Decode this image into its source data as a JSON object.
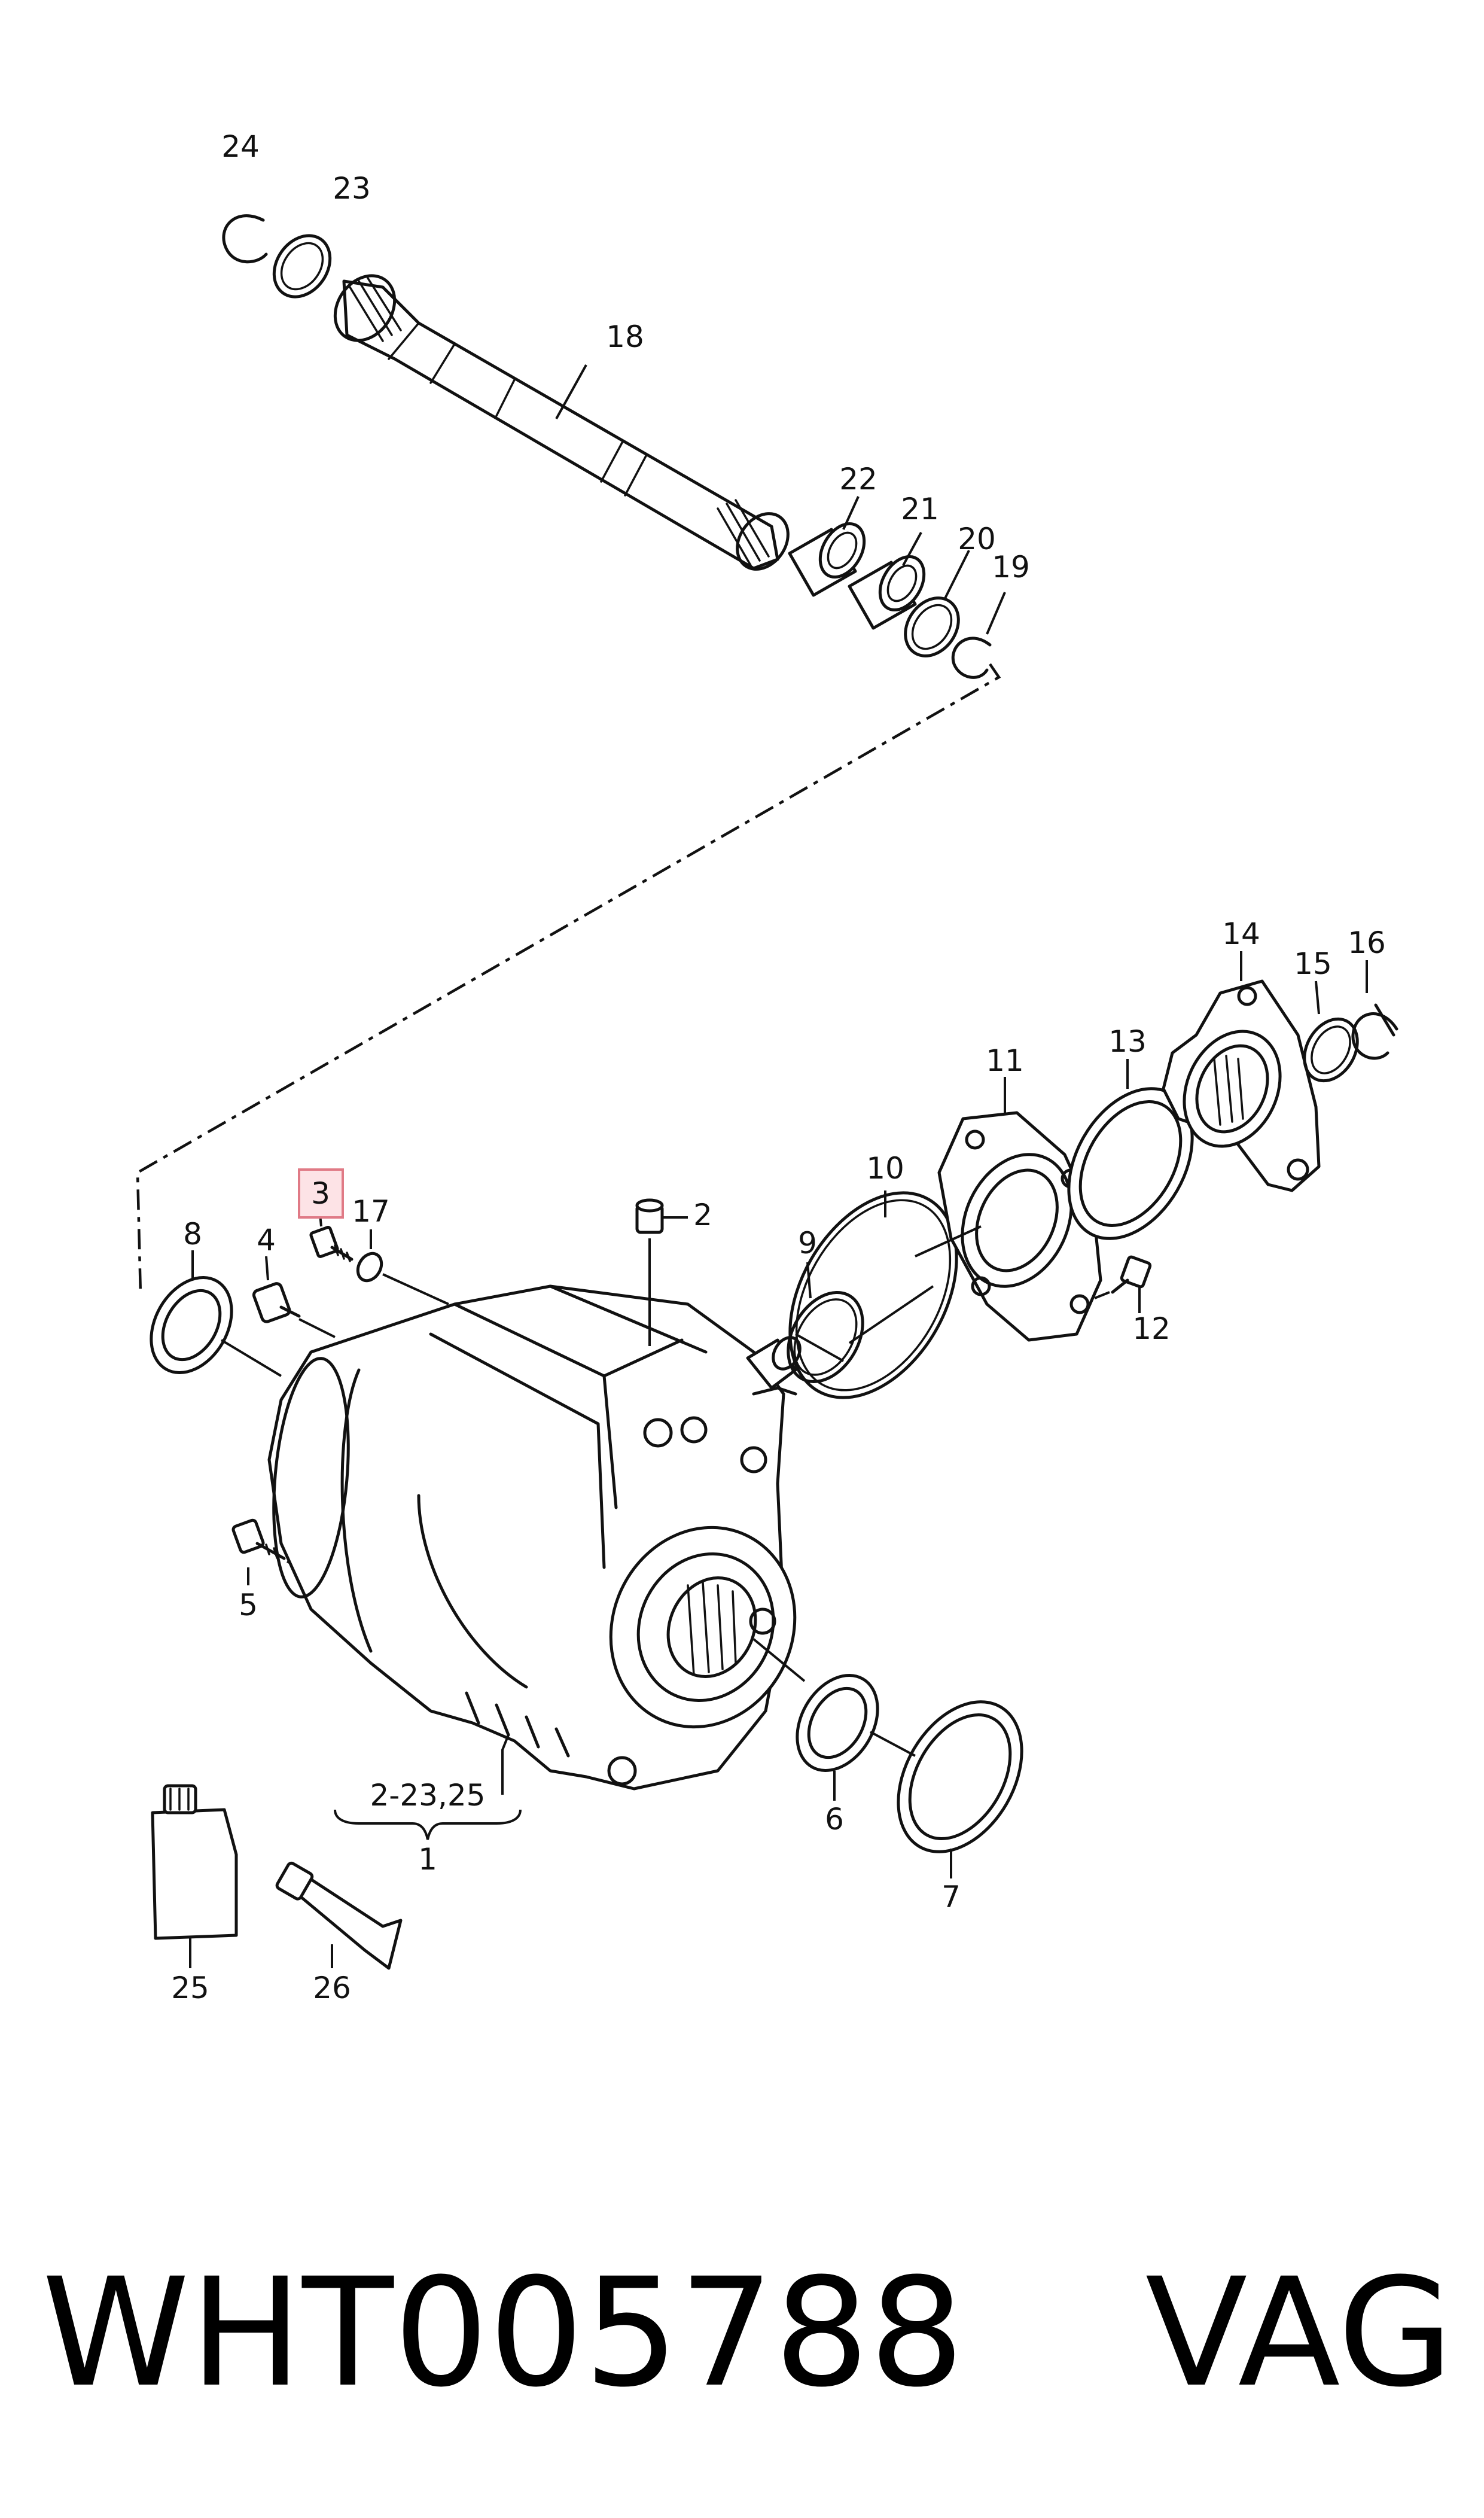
{
  "diagram": {
    "callouts": {
      "c1": "1",
      "c2": "2",
      "c3": "3",
      "c4": "4",
      "c5": "5",
      "c6": "6",
      "c7": "7",
      "c8": "8",
      "c9": "9",
      "c10": "10",
      "c11": "11",
      "c12": "12",
      "c13": "13",
      "c14": "14",
      "c15": "15",
      "c16": "16",
      "c17": "17",
      "c18": "18",
      "c19": "19",
      "c20": "20",
      "c21": "21",
      "c22": "22",
      "c23": "23",
      "c24": "24",
      "c25": "25",
      "c26": "26"
    },
    "range_label": "2-23,25",
    "highlighted_callout": "3"
  },
  "footer": {
    "part_number": "WHT005788",
    "brand": "VAG"
  }
}
